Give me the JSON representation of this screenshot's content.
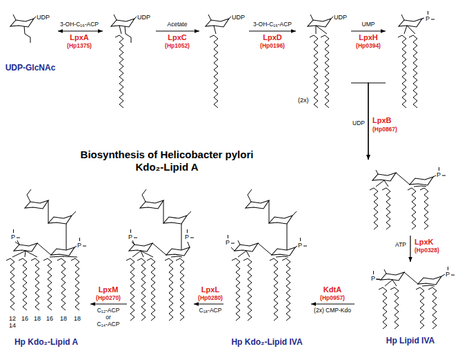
{
  "diagram": {
    "title": "Biosynthesis of Helicobacter pylori Kdo₂-Lipid A",
    "nodes": [
      {
        "text": [
          "UDP",
          "UDP-GlcNAc"
        ]
      },
      {
        "text": [
          "UDP"
        ]
      },
      {
        "text": [
          "UDP"
        ]
      },
      {
        "text": [
          "(2x)",
          "UDP"
        ]
      },
      {
        "text": [
          "P"
        ]
      },
      {
        "text": [
          "P"
        ]
      },
      {
        "text": [
          "P",
          "P",
          "Hp Lipid IVA"
        ]
      },
      {
        "text": [
          "P",
          "P",
          "Hp Kdo₂-Lipid IVA"
        ]
      },
      {
        "text": [
          "P",
          "P"
        ]
      },
      {
        "text": [
          "P",
          "P",
          "Hp Kdo₂-Lipid A"
        ]
      }
    ],
    "edges": [
      {
        "from": 0,
        "to": 1,
        "label": "LpxA",
        "arrow": "both"
      },
      {
        "from": 1,
        "to": 2,
        "label": "LpxC",
        "arrow": "to"
      },
      {
        "from": 2,
        "to": 3,
        "label": "LpxD",
        "arrow": "to"
      },
      {
        "from": 3,
        "to": 4,
        "label": "LpxH",
        "arrow": "to"
      },
      {
        "from": 3,
        "to": 5,
        "label": "LpxB",
        "arrow": "to"
      },
      {
        "from": 4,
        "to": 5,
        "arrow": "to"
      },
      {
        "from": 5,
        "to": 6,
        "label": "LpxK",
        "arrow": "to"
      },
      {
        "from": 6,
        "to": 7,
        "label": "KdtA",
        "arrow": "to"
      },
      {
        "from": 7,
        "to": 8,
        "label": "LpxL",
        "arrow": "to"
      },
      {
        "from": 8,
        "to": 9,
        "label": "LpxM",
        "arrow": "to"
      }
    ],
    "labels": [
      "3-OH-C₁₆-ACP",
      "(Hp1375)",
      "Acetate",
      "(Hp1052)",
      "3-OH-C₁₆-ACP",
      "(Hp0196)",
      "UMP",
      "(Hp0394)",
      "UDP",
      "(Hp0867)",
      "ATP",
      "(Hp0328)",
      "(Hp0957)",
      "(2x) CMP-Kdo",
      "(Hp0280)",
      "C₁₈-ACP",
      "(Hp0270)",
      "C₁₂-ACP",
      "or",
      "C₁₄-ACP",
      "12",
      "14",
      "16",
      "18",
      "16",
      "18",
      "18"
    ]
  }
}
